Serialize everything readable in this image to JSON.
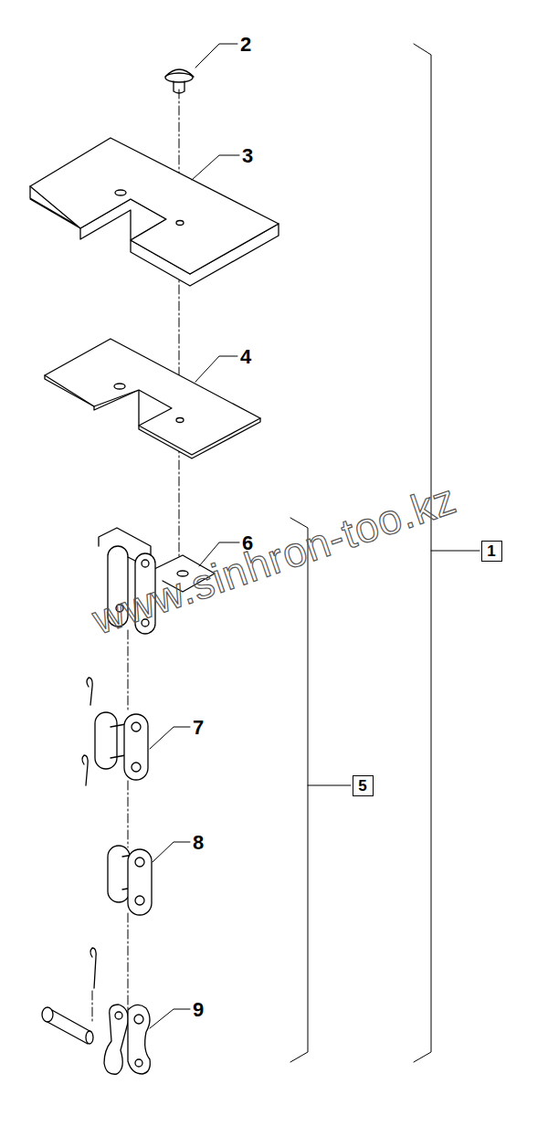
{
  "diagram": {
    "nodes": [
      {
        "text": [
          "1"
        ]
      },
      {
        "text": [
          "5"
        ]
      }
    ],
    "labels": [
      "2",
      "3",
      "4",
      "6",
      "7",
      "8",
      "9",
      "www.sinhron-too.kz"
    ]
  }
}
